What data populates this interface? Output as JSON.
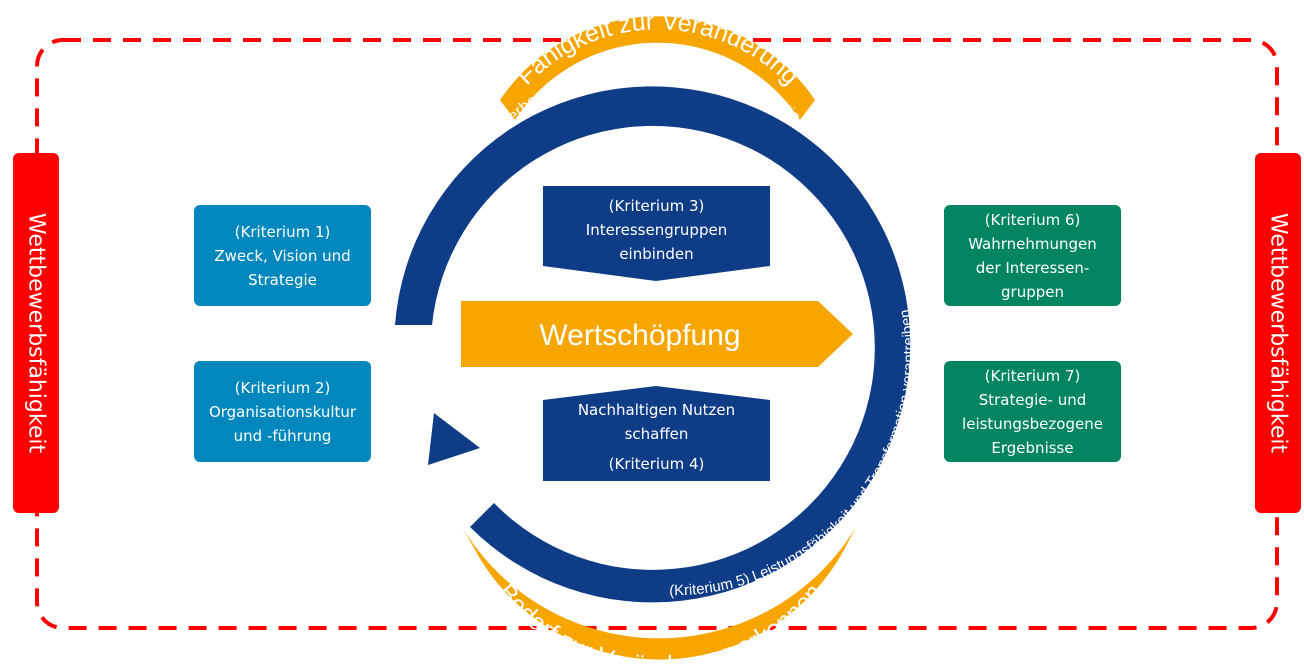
{
  "colors": {
    "red": "#ff0000",
    "navy": "#0e3c86",
    "orange": "#f7a600",
    "cyan": "#0087be",
    "green": "#008560"
  },
  "frame": {
    "left_label": "Wettbewerbsfähigkeit",
    "right_label": "Wettbewerbsfähigkeit"
  },
  "cycle": {
    "top_banner": "Fähigkeit zur Veränderung",
    "top_arc_text": "Verbesserung  – Veränderung  - Transformation",
    "bottom_banner": "Bedarf zur Veränderung erkennen",
    "right_arc_text": "(Kriterium 5) Leistungsfähigkeit und Transformation vorantreiben"
  },
  "center": {
    "value_arrow": "Wertschöpfung",
    "criterion3": [
      "(Kriterium 3)",
      "Interessengruppen",
      "einbinden"
    ],
    "criterion4": [
      "Nachhaltigen Nutzen",
      "schaffen",
      "(Kriterium 4)"
    ]
  },
  "left_boxes": [
    {
      "lines": [
        "(Kriterium 1)",
        "Zweck, Vision und",
        "Strategie"
      ]
    },
    {
      "lines": [
        "(Kriterium 2)",
        "Organisationskultur",
        "und  -führung"
      ]
    }
  ],
  "right_boxes": [
    {
      "lines": [
        "(Kriterium 6)",
        "Wahrnehmungen",
        "der Interessen-",
        "gruppen"
      ]
    },
    {
      "lines": [
        "(Kriterium 7)",
        "Strategie- und",
        "leistungsbezogene",
        "Ergebnisse"
      ]
    }
  ]
}
